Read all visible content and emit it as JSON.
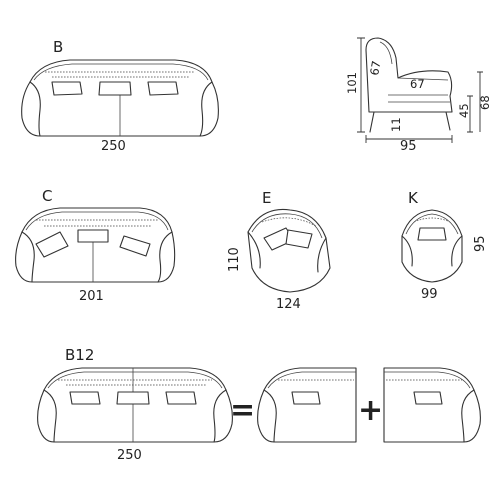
{
  "models": {
    "b": {
      "label": "B",
      "width": "250"
    },
    "c": {
      "label": "C",
      "width": "201"
    },
    "e": {
      "label": "E",
      "width": "124",
      "depth": "110"
    },
    "k": {
      "label": "K",
      "width": "99",
      "depth": "95"
    },
    "b12": {
      "label": "B12",
      "width": "250"
    }
  },
  "side_view": {
    "total_height": "101",
    "back_angle": "67",
    "seat_depth": "67",
    "arm_height": "68",
    "seat_height": "45",
    "leg_height": "11",
    "depth": "95"
  },
  "operators": {
    "equals": "=",
    "plus": "+"
  },
  "colors": {
    "line": "#333333",
    "background": "#ffffff"
  }
}
